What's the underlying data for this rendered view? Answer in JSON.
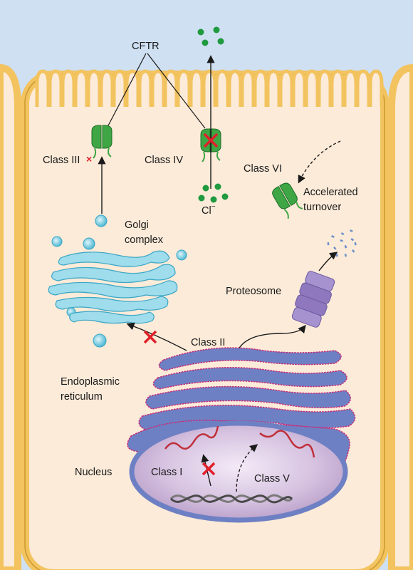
{
  "labels": {
    "cftr": "CFTR",
    "class3": "Class III",
    "class4": "Class IV",
    "class6": "Class VI",
    "accelerated1": "Accelerated",
    "accelerated2": "turnover",
    "chloride": "Cl",
    "chloride_sup": "−",
    "golgi1": "Golgi",
    "golgi2": "complex",
    "proteosome": "Proteosome",
    "class2": "Class II",
    "er1": "Endoplasmic",
    "er2": "reticulum",
    "nucleus": "Nucleus",
    "class1": "Class I",
    "class5": "Class V"
  },
  "colors": {
    "lumen": "#cfe0f2",
    "cytoplasm": "#fcebd9",
    "membrane": "#f2c35f",
    "membrane_edge": "#c99a2e",
    "cftr": "#3fa645",
    "golgi": "#58c0d8",
    "er": "#5b6fb5",
    "er_dots": "#c2307a",
    "nucleus": "#b89ac8",
    "proteosome": "#8f78bd",
    "chloride": "#1f9a3f",
    "block": "#e0202a"
  }
}
